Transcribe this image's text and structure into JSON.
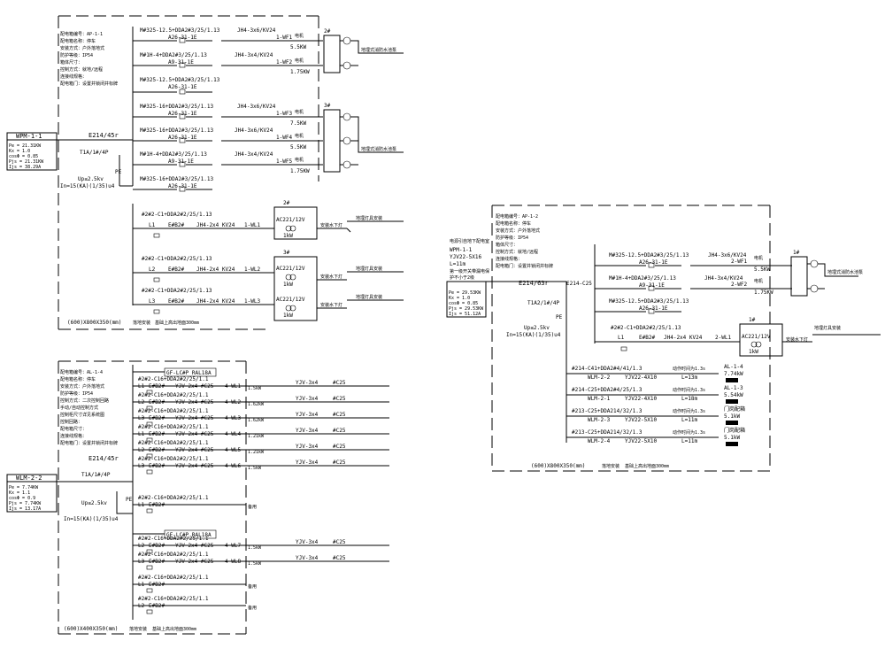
{
  "panel_ap11": {
    "info": [
      "配电箱编号：AP-1-1",
      "配电箱名称：停车",
      "安装方式：户外落地式",
      "防护等级：IP54",
      "箱体尺寸：",
      "控制方式：就地/远程",
      "连接线规格：",
      "配电箱门：设置并锁闭并标牌"
    ],
    "circuits": [
      {
        "breaker": "M#325-12.5+DDA2#3/25/1.13",
        "sub": "A26-31-1E",
        "cable": "JH4-3x6/KV24",
        "id": "1-WF1",
        "power": "5.5KW",
        "load": "电机"
      },
      {
        "breaker": "M#1H-4+DDA2#3/25/1.13",
        "sub": "A9-31-1E",
        "cable": "JH4-3x4/KV24",
        "id": "1-WF2",
        "power": "1.75KW",
        "load": "电机"
      },
      {
        "breaker": "M#325-12.5+DDA2#3/25/1.13",
        "sub": "A26-31-1E",
        "cable": "",
        "id": "",
        "power": "",
        "load": ""
      },
      {
        "breaker": "M#325-16+DDA2#3/25/1.13",
        "sub": "A26-31-1E",
        "cable": "JH4-3x6/KV24",
        "id": "1-WF3",
        "power": "7.5KW",
        "load": "电机"
      },
      {
        "breaker": "M#325-16+DDA2#3/25/1.13",
        "sub": "A26-31-1E",
        "cable": "JH4-3x6/KV24",
        "id": "1-WF4",
        "power": "5.5KW",
        "load": "电机"
      },
      {
        "breaker": "M#1H-4+DDA2#3/25/1.13",
        "sub": "A9-31-1E",
        "cable": "JH4-3x4/KV24",
        "id": "1-WF5",
        "power": "1.75KW",
        "load": "电机"
      },
      {
        "breaker": "M#325-16+DDA2#3/25/1.13",
        "sub": "A26-31-1E",
        "cable": "",
        "id": "",
        "power": "",
        "load": ""
      }
    ],
    "lighting": [
      {
        "line": "#2#2-C1+DDA2#2/25/1.13",
        "phase": "L1",
        "rcd": "E#B2#",
        "cable": "JH4-2x4 KV24",
        "id": "1-WL1"
      },
      {
        "line": "#2#2-C1+DDA2#2/25/1.13",
        "phase": "L2",
        "rcd": "E#B2#",
        "cable": "JH4-2x4 KV24",
        "id": "1-WL2"
      },
      {
        "line": "#2#2-C1+DDA2#2/25/1.13",
        "phase": "L3",
        "rcd": "E#B2#",
        "cable": "JH4-2x4 KV24",
        "id": "1-WL3"
      }
    ],
    "box1": "1#",
    "box2": "2#",
    "box3": "3#",
    "pump_label": "地埋式消防水池泵",
    "transformer": "AC221/12V",
    "trans_power": "1kW",
    "trans_note": "安装水下灯",
    "light_note": "地埋灯具安装",
    "feed_name": "WPM-1-1",
    "feed_specs": [
      "Pe = 21.31KW",
      "Kx = 1.0",
      "cosΦ = 0.85",
      "Pjs = 21.31KW",
      "Ijs = 38.29A"
    ],
    "main_breaker": "E214/45r",
    "main_switch": "T1A/1#/4P",
    "spd": "Up≤2.5kv",
    "spd2": "In=15(KA)(1/35)u4",
    "pe": "PE",
    "size": "(600)X800X350(mm)",
    "mount": "落地安装",
    "mount2": "基础上高出地面300mm"
  },
  "panel_al14": {
    "info": [
      "配电箱编号：AL-1-4",
      "配电箱名称：停车",
      "安装方式：户外落地式",
      "防护等级：IP54",
      "控制方式：二次控制回路",
      "手动/自动控制方式",
      "控制柜尺寸详见系统图",
      "控制回路：",
      "配电箱尺寸：",
      "连接线规格：",
      "配电箱门：设置并锁闭并标牌"
    ],
    "ctrl1": "GF-LC#P RAL18A",
    "ctrl2": "GF-LC#P RAL18A",
    "rows": [
      {
        "line": "#2#2-C16+DDA2#2/25/1.1",
        "phase": "L1",
        "rcd": "E#B2#",
        "cable": "YJV-2x4 #C25",
        "id": "4-WL1",
        "load": "1.5kW",
        "out": "YJV-3x4",
        "conduit": "#C25"
      },
      {
        "line": "#2#2-C16+DDA2#2/25/1.1",
        "phase": "L2",
        "rcd": "E#B2#",
        "cable": "YJV-2x4 #C25",
        "id": "4-WL2",
        "load": "1.62kW",
        "out": "YJV-3x4",
        "conduit": "#C25"
      },
      {
        "line": "#2#2-C16+DDA2#2/25/1.1",
        "phase": "L3",
        "rcd": "E#B2#",
        "cable": "YJV-2x4 #C25",
        "id": "4-WL3",
        "load": "1.62kW",
        "out": "YJV-3x4",
        "conduit": "#C25"
      },
      {
        "line": "#2#2-C16+DDA2#2/25/1.1",
        "phase": "L1",
        "rcd": "E#B2#",
        "cable": "YJV-2x4 #C25",
        "id": "4-WL4",
        "load": "1.21kW",
        "out": "YJV-3x4",
        "conduit": "#C25"
      },
      {
        "line": "#2#2-C16+DDA2#2/25/1.1",
        "phase": "L2",
        "rcd": "E#B2#",
        "cable": "YJV-2x4 #C25",
        "id": "4-WL5",
        "load": "1.21kW",
        "out": "YJV-3x4",
        "conduit": "#C25"
      },
      {
        "line": "#2#2-C16+DDA2#2/25/1.1",
        "phase": "L3",
        "rcd": "E#B2#",
        "cable": "YJV-2x4 #C25",
        "id": "4-WL6",
        "load": "1.5kW",
        "out": "YJV-3x4",
        "conduit": "#C25"
      },
      {
        "line": "#2#2-C16+DDA2#2/25/1.1",
        "phase": "L1",
        "rcd": "E#B2#",
        "cable": "",
        "id": "",
        "load": "备用",
        "out": "",
        "conduit": ""
      },
      {
        "line": "#2#2-C16+DDA2#2/25/1.1",
        "phase": "L2",
        "rcd": "E#B2#",
        "cable": "YJV-2x4 #C25",
        "id": "4-WL7",
        "load": "1.5kW",
        "out": "YJV-3x4",
        "conduit": "#C25"
      },
      {
        "line": "#2#2-C16+DDA2#2/25/1.1",
        "phase": "L3",
        "rcd": "E#B2#",
        "cable": "YJV-2x4 #C25",
        "id": "4-WL8",
        "load": "1.5kW",
        "out": "YJV-3x4",
        "conduit": "#C25"
      },
      {
        "line": "#2#2-C16+DDA2#2/25/1.1",
        "phase": "L1",
        "rcd": "E#B2#",
        "cable": "",
        "id": "",
        "load": "备用",
        "out": "",
        "conduit": ""
      },
      {
        "line": "#2#2-C16+DDA2#2/25/1.1",
        "phase": "L2",
        "rcd": "E#B2#",
        "cable": "",
        "id": "",
        "load": "备用",
        "out": "",
        "conduit": ""
      }
    ],
    "feed_name": "WLM-2-2",
    "feed_specs": [
      "Pe = 7.74KW",
      "Kx = 1.1",
      "cosΦ = 0.9",
      "Pjs = 7.74KW",
      "Ijs = 13.17A"
    ],
    "main_breaker": "E214/45r",
    "main_switch": "T1A/1#/4P",
    "spd": "Up≤2.5kv",
    "spd2": "In=15(KA)(1/35)u4",
    "pe": "PE",
    "size": "(600)X400X350(mm)",
    "mount": "落地安装",
    "mount2": "基础上高出地面300mm"
  },
  "panel_ap12": {
    "info": [
      "配电箱编号：AP-1-2",
      "配电箱名称：停车",
      "安装方式：户外落地式",
      "防护等级：IP54",
      "箱体尺寸：",
      "控制方式：就地/远程",
      "连接线规格：",
      "配电箱门：设置并锁闭并标牌"
    ],
    "incoming": [
      "电源引自地下配电室",
      "WPM-1-1",
      "YJV22-5X16",
      "L=11m",
      "第一级开关带漏电保",
      "护不小于2级"
    ],
    "feed_specs": [
      "Pe = 29.53KW",
      "Kx = 1.0",
      "cosΦ = 0.85",
      "Pjs = 29.53KW",
      "Ijs = 51.12A"
    ],
    "main_breaker": "E214/63r",
    "sub_breaker": "E214-C25",
    "main_switch": "T1A2/1#/4P",
    "spd": "Up≤2.5kv",
    "spd2": "In=15(KA)(1/35)u4",
    "pe": "PE",
    "circuits": [
      {
        "breaker": "M#325-12.5+DDA2#3/25/1.13",
        "sub": "A26-31-1E",
        "cable": "JH4-3x6/KV24",
        "id": "2-WF1",
        "power": "5.5KW",
        "load": "电机"
      },
      {
        "breaker": "M#1H-4+DDA2#3/25/1.13",
        "sub": "A9-31-1E",
        "cable": "JH4-3x4/KV24",
        "id": "2-WF2",
        "power": "1.75KW",
        "load": "电机"
      },
      {
        "breaker": "M#325-12.5+DDA2#3/25/1.13",
        "sub": "A26-31-1E",
        "cable": "",
        "id": "",
        "power": "",
        "load": ""
      }
    ],
    "light": {
      "line": "#2#2-C1+DDA2#2/25/1.13",
      "phase": "L1",
      "rcd": "E#B2#",
      "cable": "JH4-2x4 KV24",
      "id": "2-WL1"
    },
    "transformer": "AC221/12V",
    "trans_power": "1kW",
    "trans_note": "安装水下灯",
    "light_note": "地埋灯具安装",
    "pump_label": "地埋式消防水池泵",
    "box1": "1#",
    "outgoing": [
      {
        "line": "#214-C41+DDA2#4/41/1.3",
        "note": "动作时间为1.3s",
        "name": "WLM-2-2",
        "cable": "YJV22-4X10",
        "len": "L=13m",
        "target": "AL-1-4",
        "target_power": "7.74kW"
      },
      {
        "line": "#214-C25+DDA2#4/25/1.3",
        "note": "动作时间为1.3s",
        "name": "WLM-2-1",
        "cable": "YJV22-4X10",
        "len": "L=18m",
        "target": "AL-1-3",
        "target_power": "5.54kW"
      },
      {
        "line": "#213-C25+DDA214/32/1.3",
        "note": "动作时间为1.3s",
        "name": "WLM-2-3",
        "cable": "YJV22-5X10",
        "len": "L=11m",
        "target": "门岗配箱",
        "target_power": "5.1kW"
      },
      {
        "line": "#213-C25+DDA214/32/1.3",
        "note": "动作时间为1.3s",
        "name": "WLM-2-4",
        "cable": "YJV22-5X10",
        "len": "L=11m",
        "target": "门岗配箱",
        "target_power": "5.1kW"
      }
    ],
    "size": "(600)X800X350(mm)",
    "mount": "落地安装",
    "mount2": "基础上高出地面300mm"
  }
}
